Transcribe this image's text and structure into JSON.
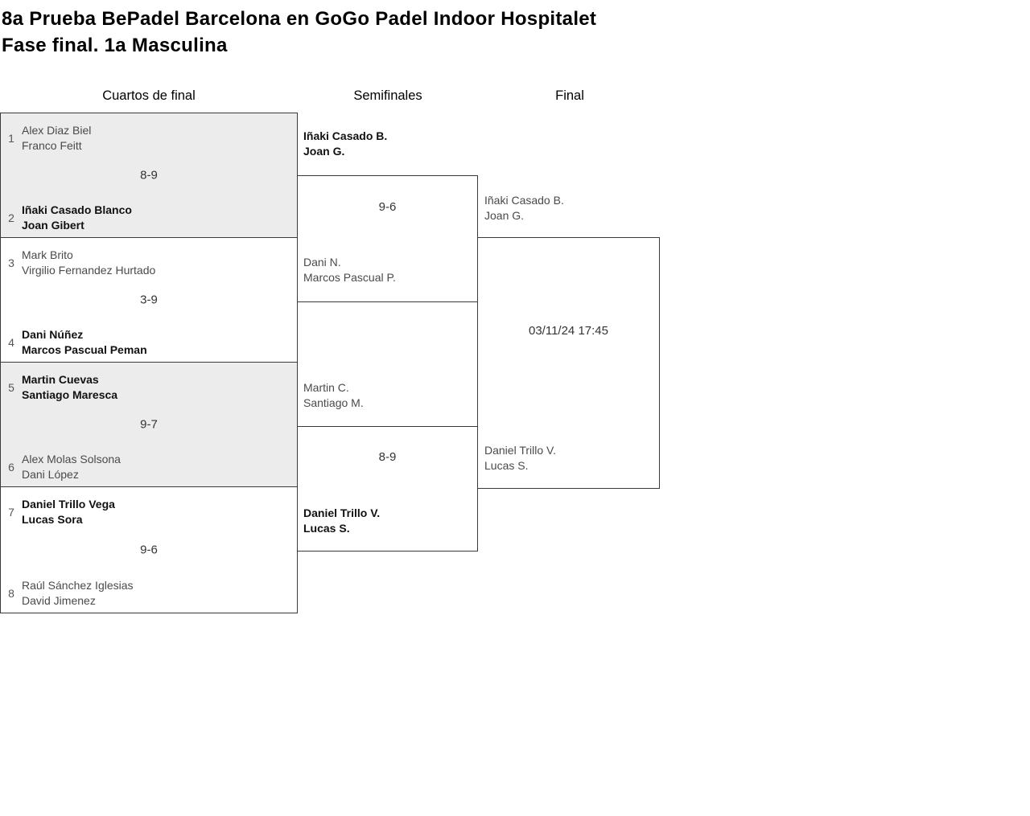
{
  "header": {
    "title_line1": "8a Prueba BePadel Barcelona en GoGo Padel Indoor Hospitalet",
    "title_line2": "Fase final. 1a Masculina"
  },
  "columns": {
    "quarterfinals": "Cuartos de final",
    "semifinals": "Semifinales",
    "final": "Final"
  },
  "quarterfinals": [
    {
      "top_seed": "1",
      "top": [
        "Alex Diaz Biel",
        "Franco Feitt"
      ],
      "bottom_seed": "2",
      "bottom": [
        "Iñaki Casado Blanco",
        "Joan Gibert"
      ],
      "score": "8-9",
      "winner": "bottom"
    },
    {
      "top_seed": "3",
      "top": [
        "Mark Brito",
        "Virgilio Fernandez Hurtado"
      ],
      "bottom_seed": "4",
      "bottom": [
        "Dani Núñez",
        "Marcos Pascual Peman"
      ],
      "score": "3-9",
      "winner": "bottom"
    },
    {
      "top_seed": "5",
      "top": [
        "Martin Cuevas",
        "Santiago Maresca"
      ],
      "bottom_seed": "6",
      "bottom": [
        "Alex Molas Solsona",
        "Dani López"
      ],
      "score": "9-7",
      "winner": "top"
    },
    {
      "top_seed": "7",
      "top": [
        "Daniel Trillo Vega",
        "Lucas Sora"
      ],
      "bottom_seed": "8",
      "bottom": [
        "Raúl Sánchez Iglesias",
        "David Jimenez"
      ],
      "score": "9-6",
      "winner": "top"
    }
  ],
  "semifinals": [
    {
      "top": [
        "Iñaki Casado B.",
        "Joan G."
      ],
      "bottom": [
        "Dani N.",
        "Marcos Pascual P."
      ],
      "score": "9-6",
      "winner": "top"
    },
    {
      "top": [
        "Martin C.",
        "Santiago M."
      ],
      "bottom": [
        "Daniel Trillo V.",
        "Lucas S."
      ],
      "score": "8-9",
      "winner": "bottom"
    }
  ],
  "final": {
    "top": [
      "Iñaki Casado B.",
      "Joan G."
    ],
    "bottom": [
      "Daniel Trillo V.",
      "Lucas S."
    ],
    "schedule": "03/11/24 17:45"
  },
  "colors": {
    "shaded_box_bg": "#ececec",
    "box_border": "#3a3a3a",
    "winner_text": "#111111",
    "participant_text": "#4a4a4a",
    "score_text": "#333333"
  }
}
